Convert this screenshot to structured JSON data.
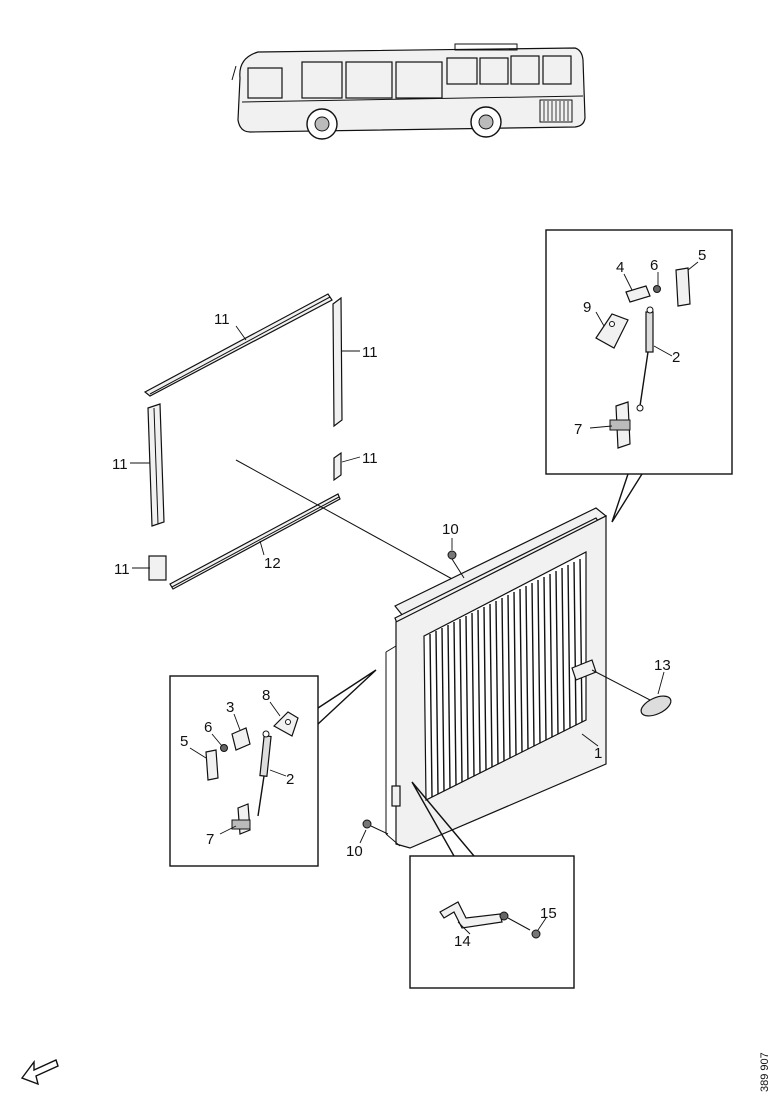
{
  "diagram": {
    "callouts": {
      "c1": "1",
      "c2_top": "2",
      "c2_left": "2",
      "c3": "3",
      "c4": "4",
      "c5_top": "5",
      "c5_left": "5",
      "c6_top": "6",
      "c6_left": "6",
      "c7_top": "7",
      "c7_left": "7",
      "c8": "8",
      "c9": "9",
      "c10_top": "10",
      "c10_bottom": "10",
      "c11_a": "11",
      "c11_b": "11",
      "c11_c": "11",
      "c11_d": "11",
      "c11_e": "11",
      "c12": "12",
      "c13": "13",
      "c14": "14",
      "c15": "15"
    },
    "reference_number": "389 907"
  }
}
